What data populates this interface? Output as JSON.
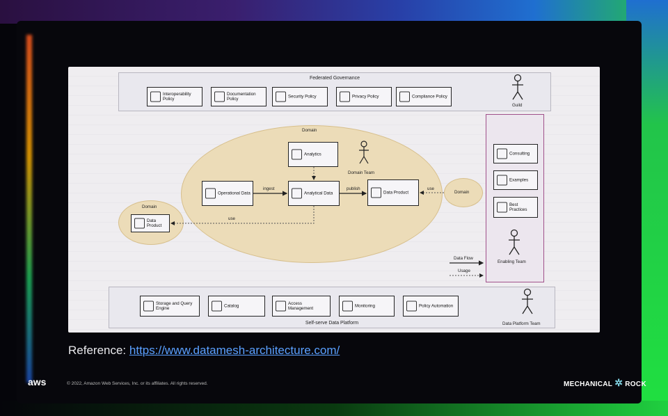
{
  "governance": {
    "title": "Federated Governance",
    "policies": [
      "Interoperability Policy",
      "Documentation Policy",
      "Security Policy",
      "Privacy Policy",
      "Compliance Policy"
    ],
    "guild_label": "Guild"
  },
  "domain_main": {
    "label": "Domain",
    "analytics": "Analytics",
    "team": "Domain Team",
    "operational": "Operational Data",
    "analytical": "Analytical Data",
    "data_product": "Data Product",
    "ingest": "ingest",
    "publish": "publish",
    "use": "use"
  },
  "domain_left": {
    "label": "Domain",
    "data_product": "Data Product",
    "use": "use"
  },
  "domain_right": {
    "label": "Domain"
  },
  "enabling": {
    "items": [
      "Consulting",
      "Examples",
      "Best Practices"
    ],
    "team": "Enabling Team"
  },
  "legend": {
    "flow": "Data Flow",
    "usage": "Usage"
  },
  "platform": {
    "title": "Self-serve Data Platform",
    "services": [
      "Storage and Query Engine",
      "Catalog",
      "Access Management",
      "Monitoring",
      "Policy Automation"
    ],
    "team": "Data Platform Team"
  },
  "reference": {
    "label": "Reference:",
    "url": "https://www.datamesh-architecture.com/"
  },
  "footer": {
    "aws": "aws",
    "copyright": "© 2022, Amazon Web Services, Inc. or its affiliates. All rights reserved.",
    "brand_left": "MECHANICAL",
    "brand_right": "ROCK"
  }
}
